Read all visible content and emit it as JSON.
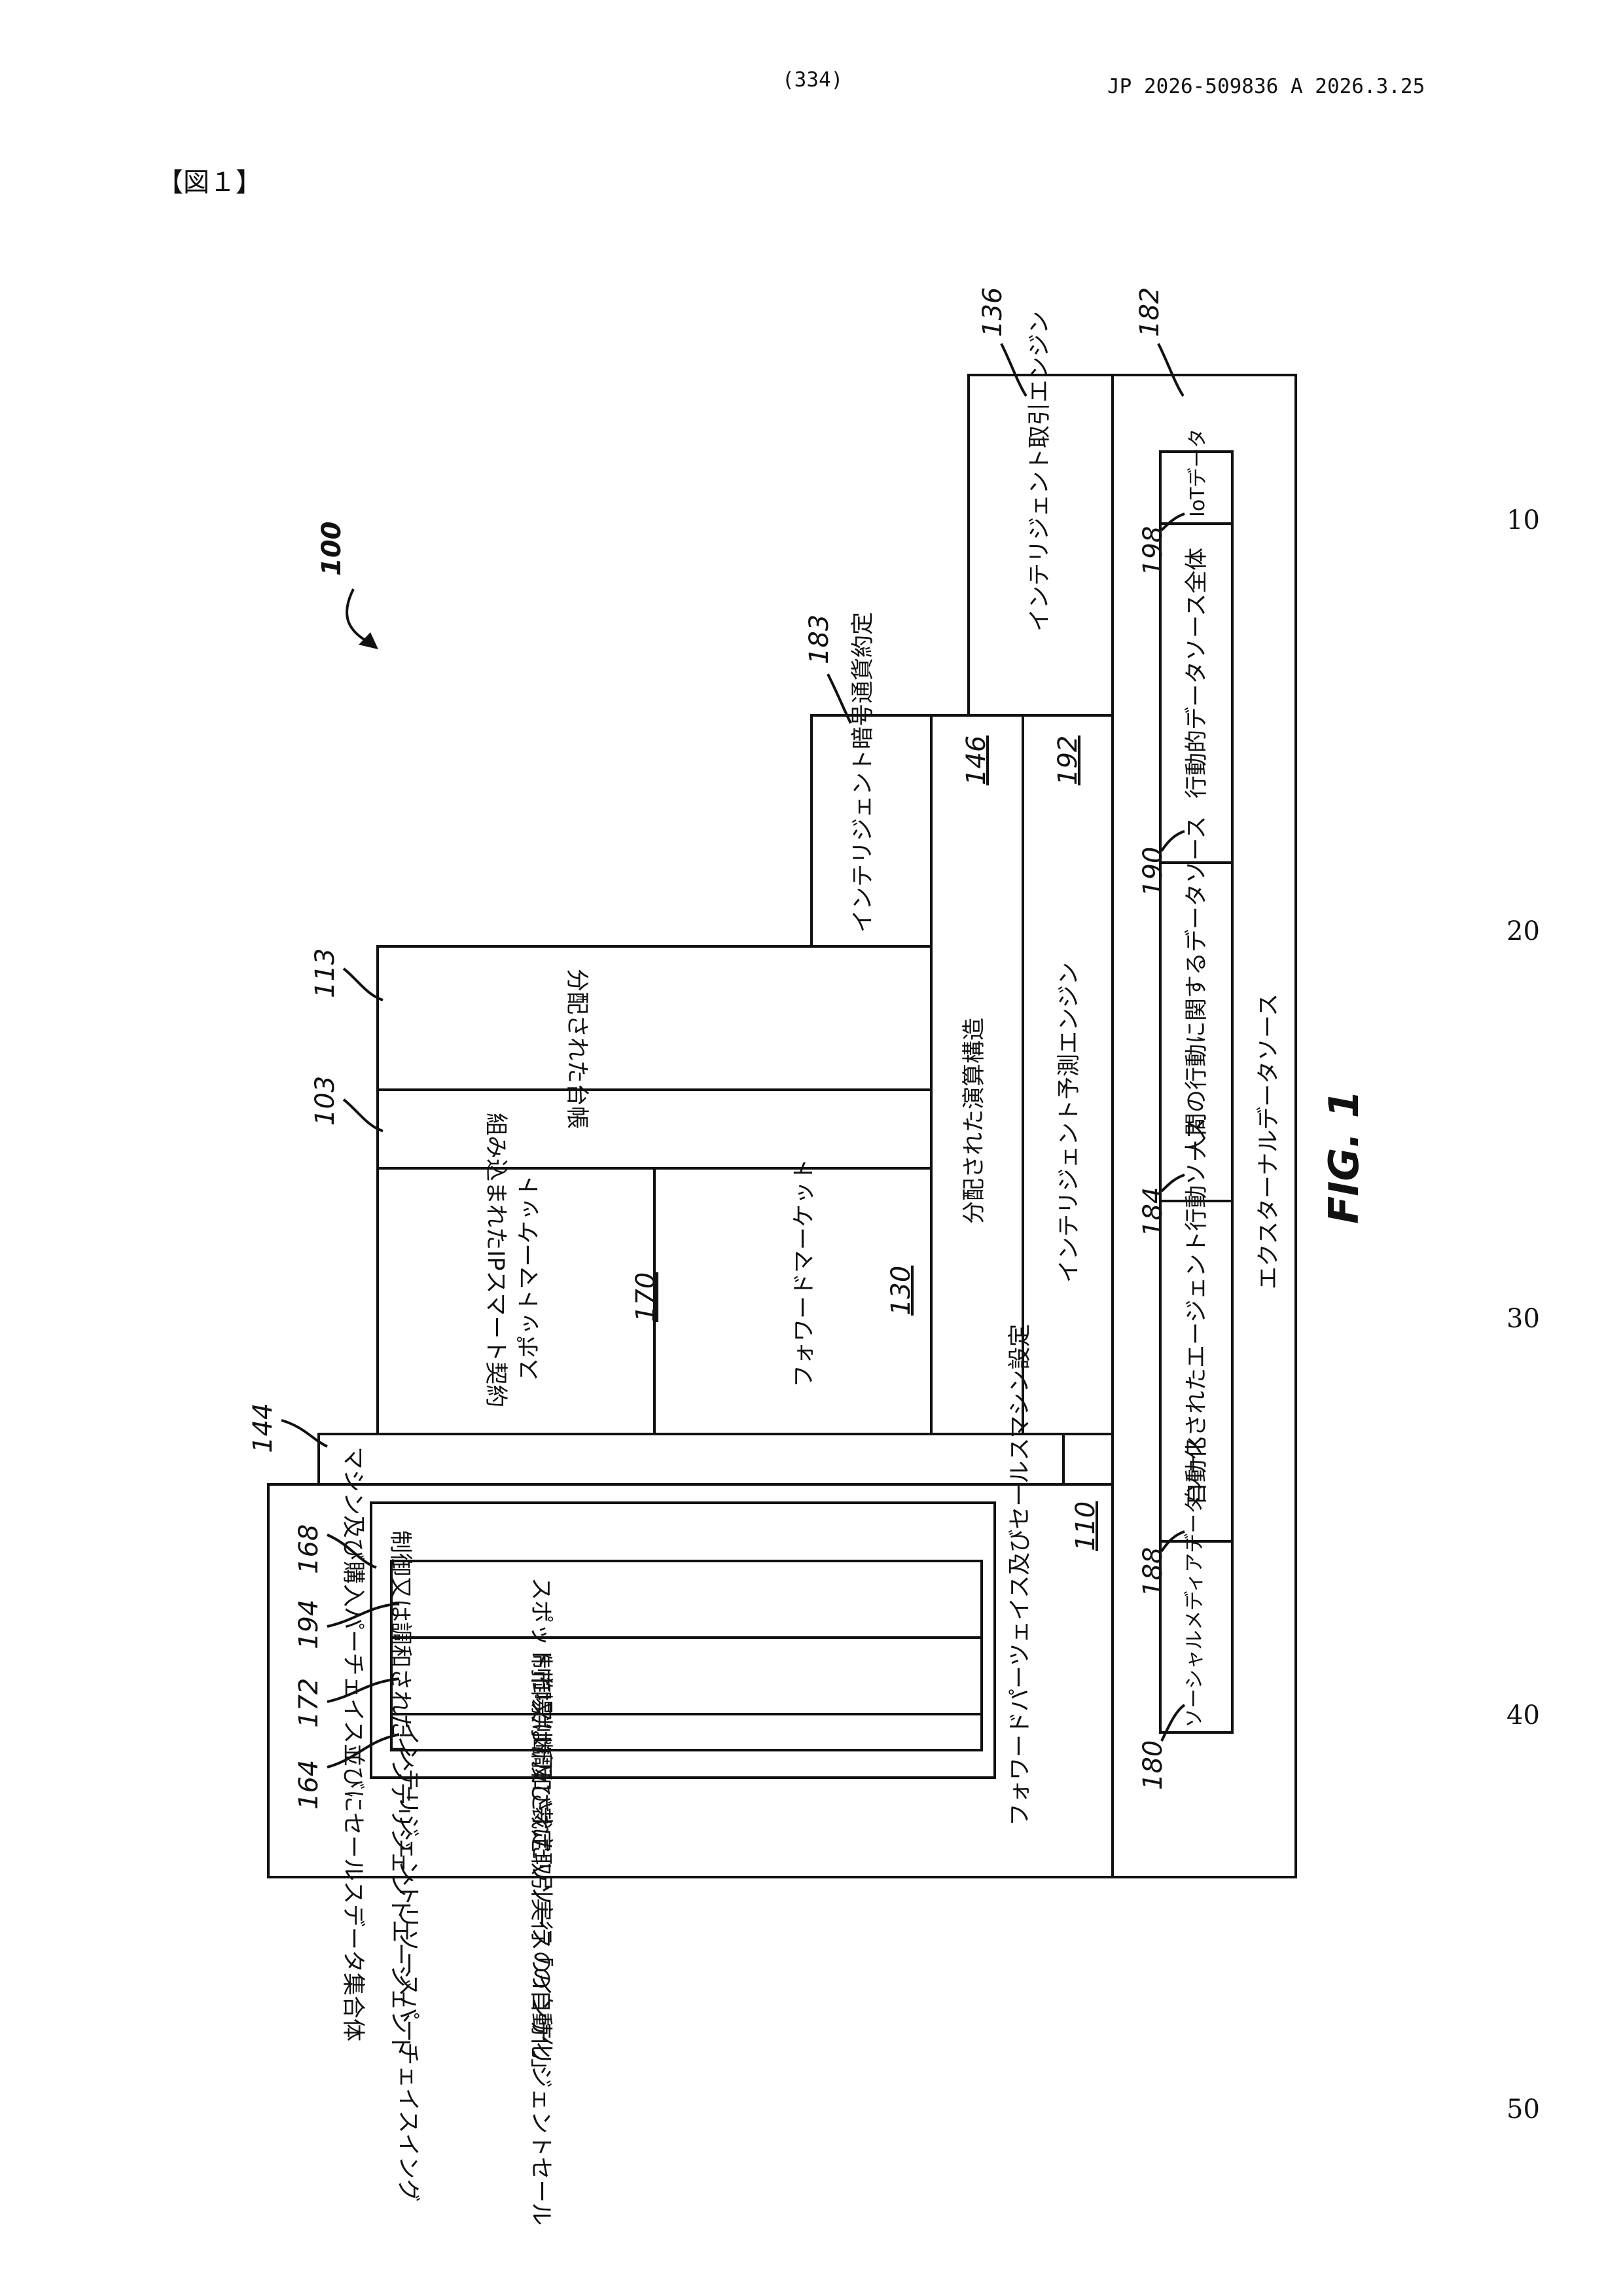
{
  "header": {
    "page_number": "(334)",
    "publication": "JP  2026-509836  A  2026.3.25"
  },
  "figure_caption_jp": "【図１】",
  "line_numbers": [
    "10",
    "20",
    "30",
    "40",
    "50"
  ],
  "figure": {
    "system_ref": "100",
    "fig_label": "FIG. 1",
    "blocks": {
      "forward_set": {
        "label": "フォワードパーツェイス及びセールスマシン設定",
        "ref": "110"
      },
      "distributed_compute": {
        "label": "分配された演算構造",
        "ref": "146"
      },
      "prediction_engine": {
        "label": "インテリジェント予測エンジン",
        "ref": "192"
      },
      "trading_engine": {
        "label": "インテリジェント取引エンジン",
        "ref": "136"
      },
      "crypto_contract": {
        "label": "インテリジェント暗号通貨約定",
        "ref": "183"
      },
      "distributed_ledger": {
        "label": "分配された台帳",
        "ref": "113"
      },
      "ip_contract": {
        "label": "組み込まれたIPスマート契約",
        "ref": "103"
      },
      "spot_market": {
        "label": "スポットマーケット",
        "ref": "170"
      },
      "forward_market": {
        "label": "フォワードマーケット",
        "ref": "130"
      },
      "machine_aggregate": {
        "label": "マシン及び購入パーチェイス並びにセールスデータ集合体",
        "ref": "144"
      },
      "controlled_agent": {
        "label": "制御又は調和されたインテリジェントエージェント",
        "ref": "168"
      },
      "spot_automation": {
        "label": "スポット市場判断及び裁定取引実行「の自動化」",
        "ref": "194"
      },
      "resource_agent": {
        "label": "制御又は調和されたリソースのインテリジェントセール",
        "ref": "172"
      },
      "purchase_agent": {
        "label": "インテリジェントリソースパーチェイスイング",
        "ref": "164"
      },
      "external_sources": {
        "label": "エクスターナルデータソース",
        "ref": "182"
      },
      "social_media": {
        "label": "ソーシャルメディアデータソース",
        "ref": "180"
      },
      "automated_agent": {
        "label": "自動化されたエージェント行動ソース",
        "ref": "188"
      },
      "human_behavior": {
        "label": "人間の行動に関するデータソース",
        "ref": "184"
      },
      "behavioral_all": {
        "label": "行動的データソース全体",
        "ref": "190"
      },
      "iot_data": {
        "label": "IoTデータ",
        "ref": "198"
      }
    }
  }
}
